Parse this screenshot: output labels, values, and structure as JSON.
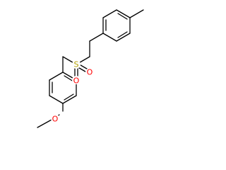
{
  "molecule": {
    "atoms": {
      "sulfur": "S",
      "oxygen_down": "O",
      "oxygen_right": "O",
      "oxygen_methoxy": "O"
    },
    "colors": {
      "bond": "#000000",
      "sulfur": "#b3a000",
      "oxygen": "#ff0000",
      "background": "#ffffff"
    }
  }
}
